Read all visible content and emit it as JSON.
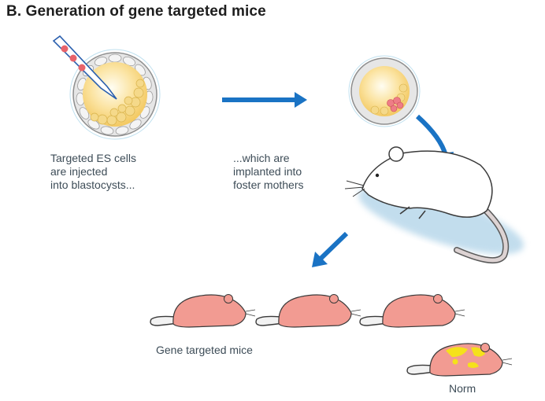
{
  "title": "B.  Generation of gene targeted mice",
  "steps": [
    {
      "caption_lines": [
        "Targeted ES cells",
        "are injected",
        "into blastocysts..."
      ]
    },
    {
      "caption_lines": [
        "...which are",
        "implanted into",
        "foster mothers"
      ]
    }
  ],
  "results": {
    "targeted_label": "Gene targeted mice",
    "normal_label": "Norm"
  },
  "colors": {
    "arrow": "#1a73c4",
    "mouse_pink": "#f29b92",
    "chimera_yellow": "#f5e11a",
    "blastocyst_yolk": "#f8d77a",
    "es_cell_red": "#e8636b",
    "shadow_blue": "#a9cfe6",
    "caption_text": "#3d4c57"
  }
}
